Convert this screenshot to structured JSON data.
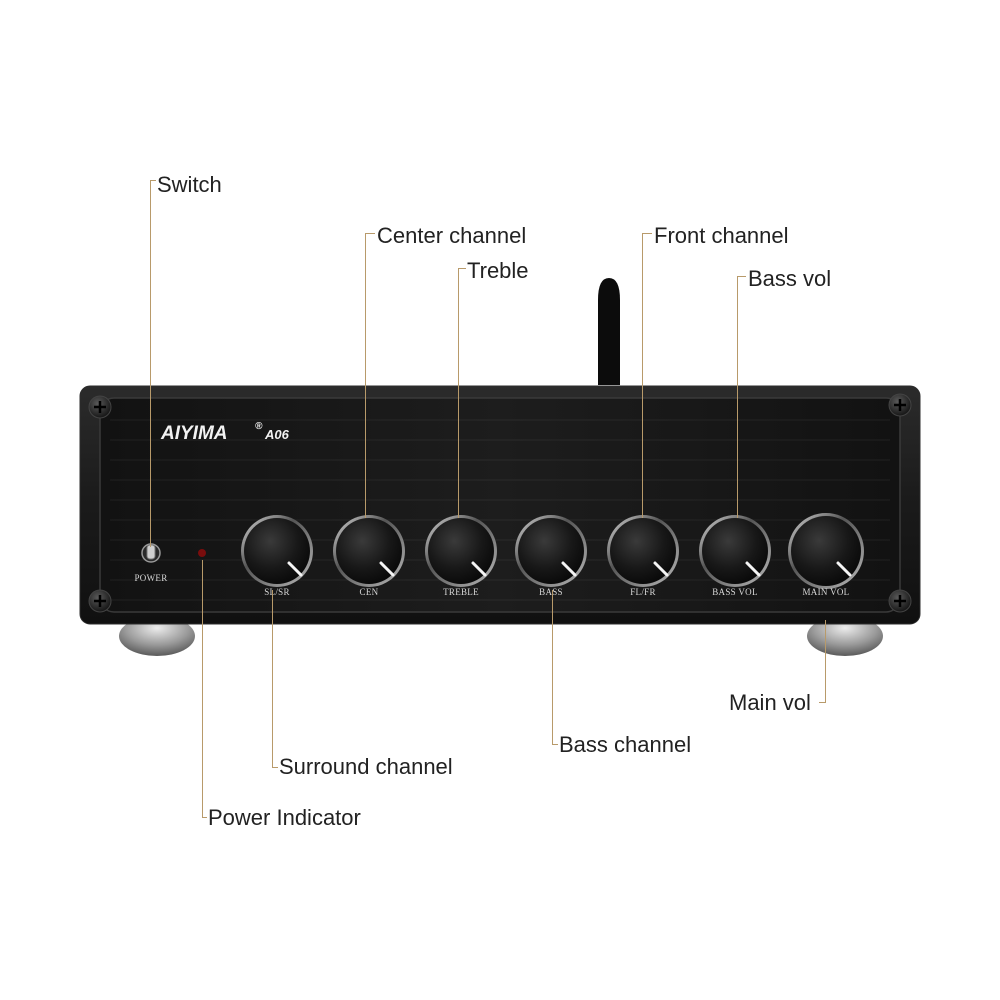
{
  "device": {
    "brand": "AIYIMA",
    "registered_mark": "®",
    "model": "A06",
    "switch_label": "POWER",
    "knobs": [
      {
        "id": "sl-sr",
        "label": "SL/SR"
      },
      {
        "id": "cen",
        "label": "CEN"
      },
      {
        "id": "treble",
        "label": "TREBLE"
      },
      {
        "id": "bass",
        "label": "BASS"
      },
      {
        "id": "fl-fr",
        "label": "FL/FR"
      },
      {
        "id": "bass-vol",
        "label": "BASS VOL"
      },
      {
        "id": "main-vol",
        "label": "MAIN VOL"
      }
    ]
  },
  "callouts": {
    "switch": "Switch",
    "center_channel": "Center channel",
    "treble": "Treble",
    "front_channel": "Front channel",
    "bass_vol": "Bass vol",
    "main_vol": "Main vol",
    "bass_channel": "Bass channel",
    "surround_channel": "Surround channel",
    "power_indicator": "Power Indicator"
  },
  "colors": {
    "leader_line": "#b89a6a",
    "panel": "#151515",
    "led": "#7a0d0d"
  }
}
